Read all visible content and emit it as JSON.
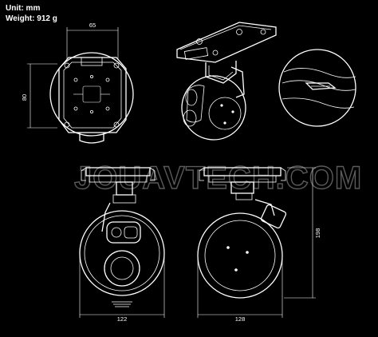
{
  "header": {
    "unit_text": "Unit: mm",
    "weight_text": "Weight: 912 g"
  },
  "dimensions": {
    "top_width": "65",
    "top_height": "80",
    "front_width": "122",
    "side_width": "128",
    "side_height": "198"
  },
  "watermark": {
    "text": "JOUAVTECH.COM"
  },
  "colors": {
    "background": "#000000",
    "lines": "#ffffff",
    "watermark": "#5a5a5a"
  }
}
